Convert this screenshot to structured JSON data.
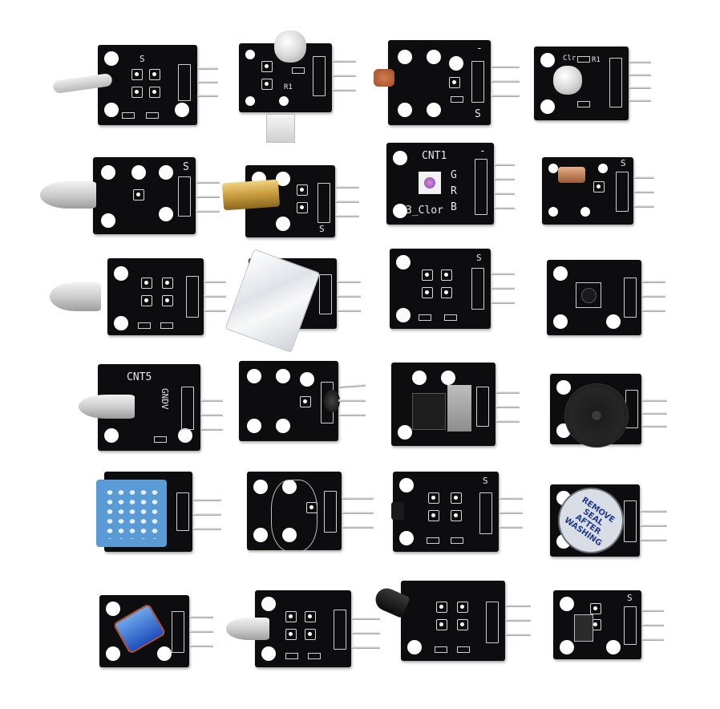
{
  "colors": {
    "pcb": "#0d0d0f",
    "silkscreen": "#e8e8e8",
    "pin": "#c8c8c8",
    "brass": "#c89b3c",
    "blue_sensor": "#5b9bd5",
    "buzzer_label": "#d9dde6"
  },
  "labels": {
    "S": "S",
    "minus": "-",
    "cnt1": "CNT1",
    "three_color": "3_Clor",
    "cnt5": "CNT5",
    "G": "G",
    "R": "R",
    "B": "B",
    "r1": "R1",
    "clr": "Clr",
    "gnd_v": "GNDV",
    "buzzer_line1": "REMOVE",
    "buzzer_line2": "SEAL",
    "buzzer_line3": "AFTER",
    "buzzer_line4": "WASHING"
  }
}
